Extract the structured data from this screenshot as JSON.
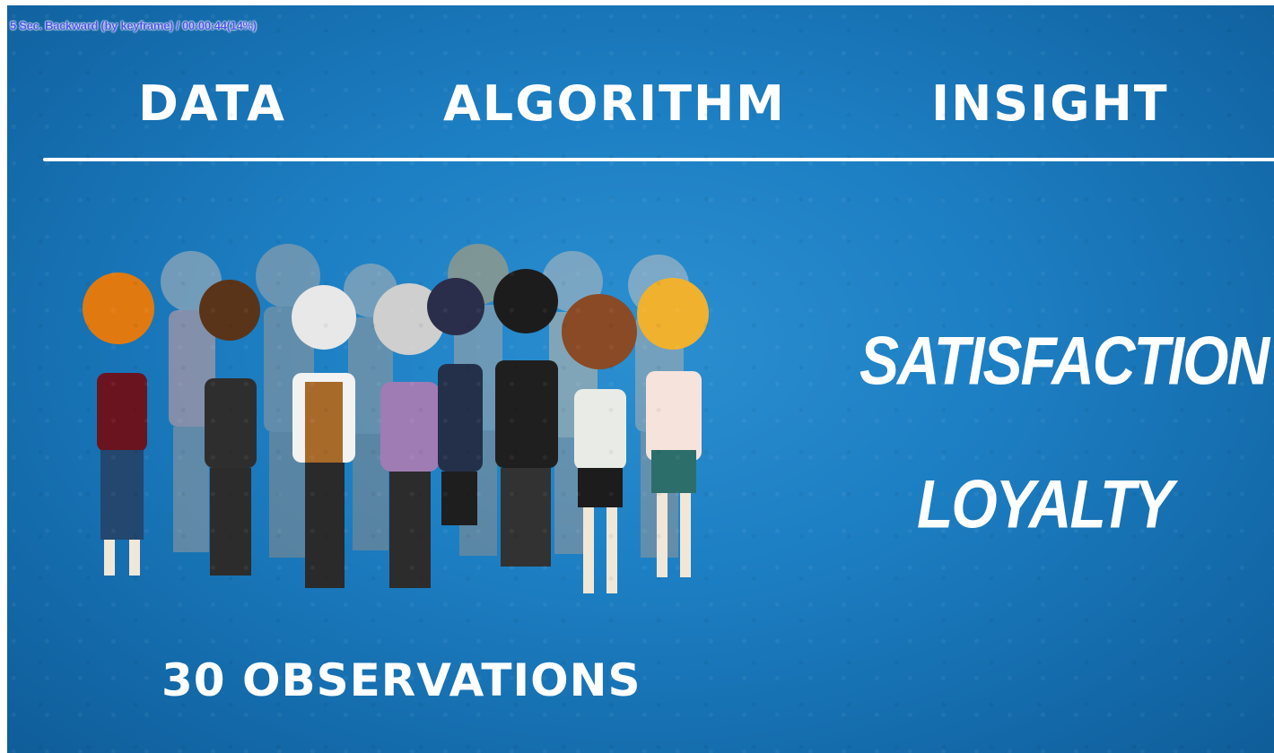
{
  "player": {
    "osd_text": "5 Sec. Backward (by keyframe) / 00:00:44(14%)"
  },
  "slide": {
    "headings": {
      "data": "DATA",
      "algorithm": "ALGORITHM",
      "insight": "INSIGHT"
    },
    "insights": {
      "first": "SATISFACTION",
      "second": "LOYALTY"
    },
    "caption": "30 OBSERVATIONS"
  },
  "colors": {
    "background": "#1d7fc3",
    "text": "#ffffff",
    "osd_text": "#4a55e8"
  },
  "icons": [
    "crowd-illustration"
  ]
}
